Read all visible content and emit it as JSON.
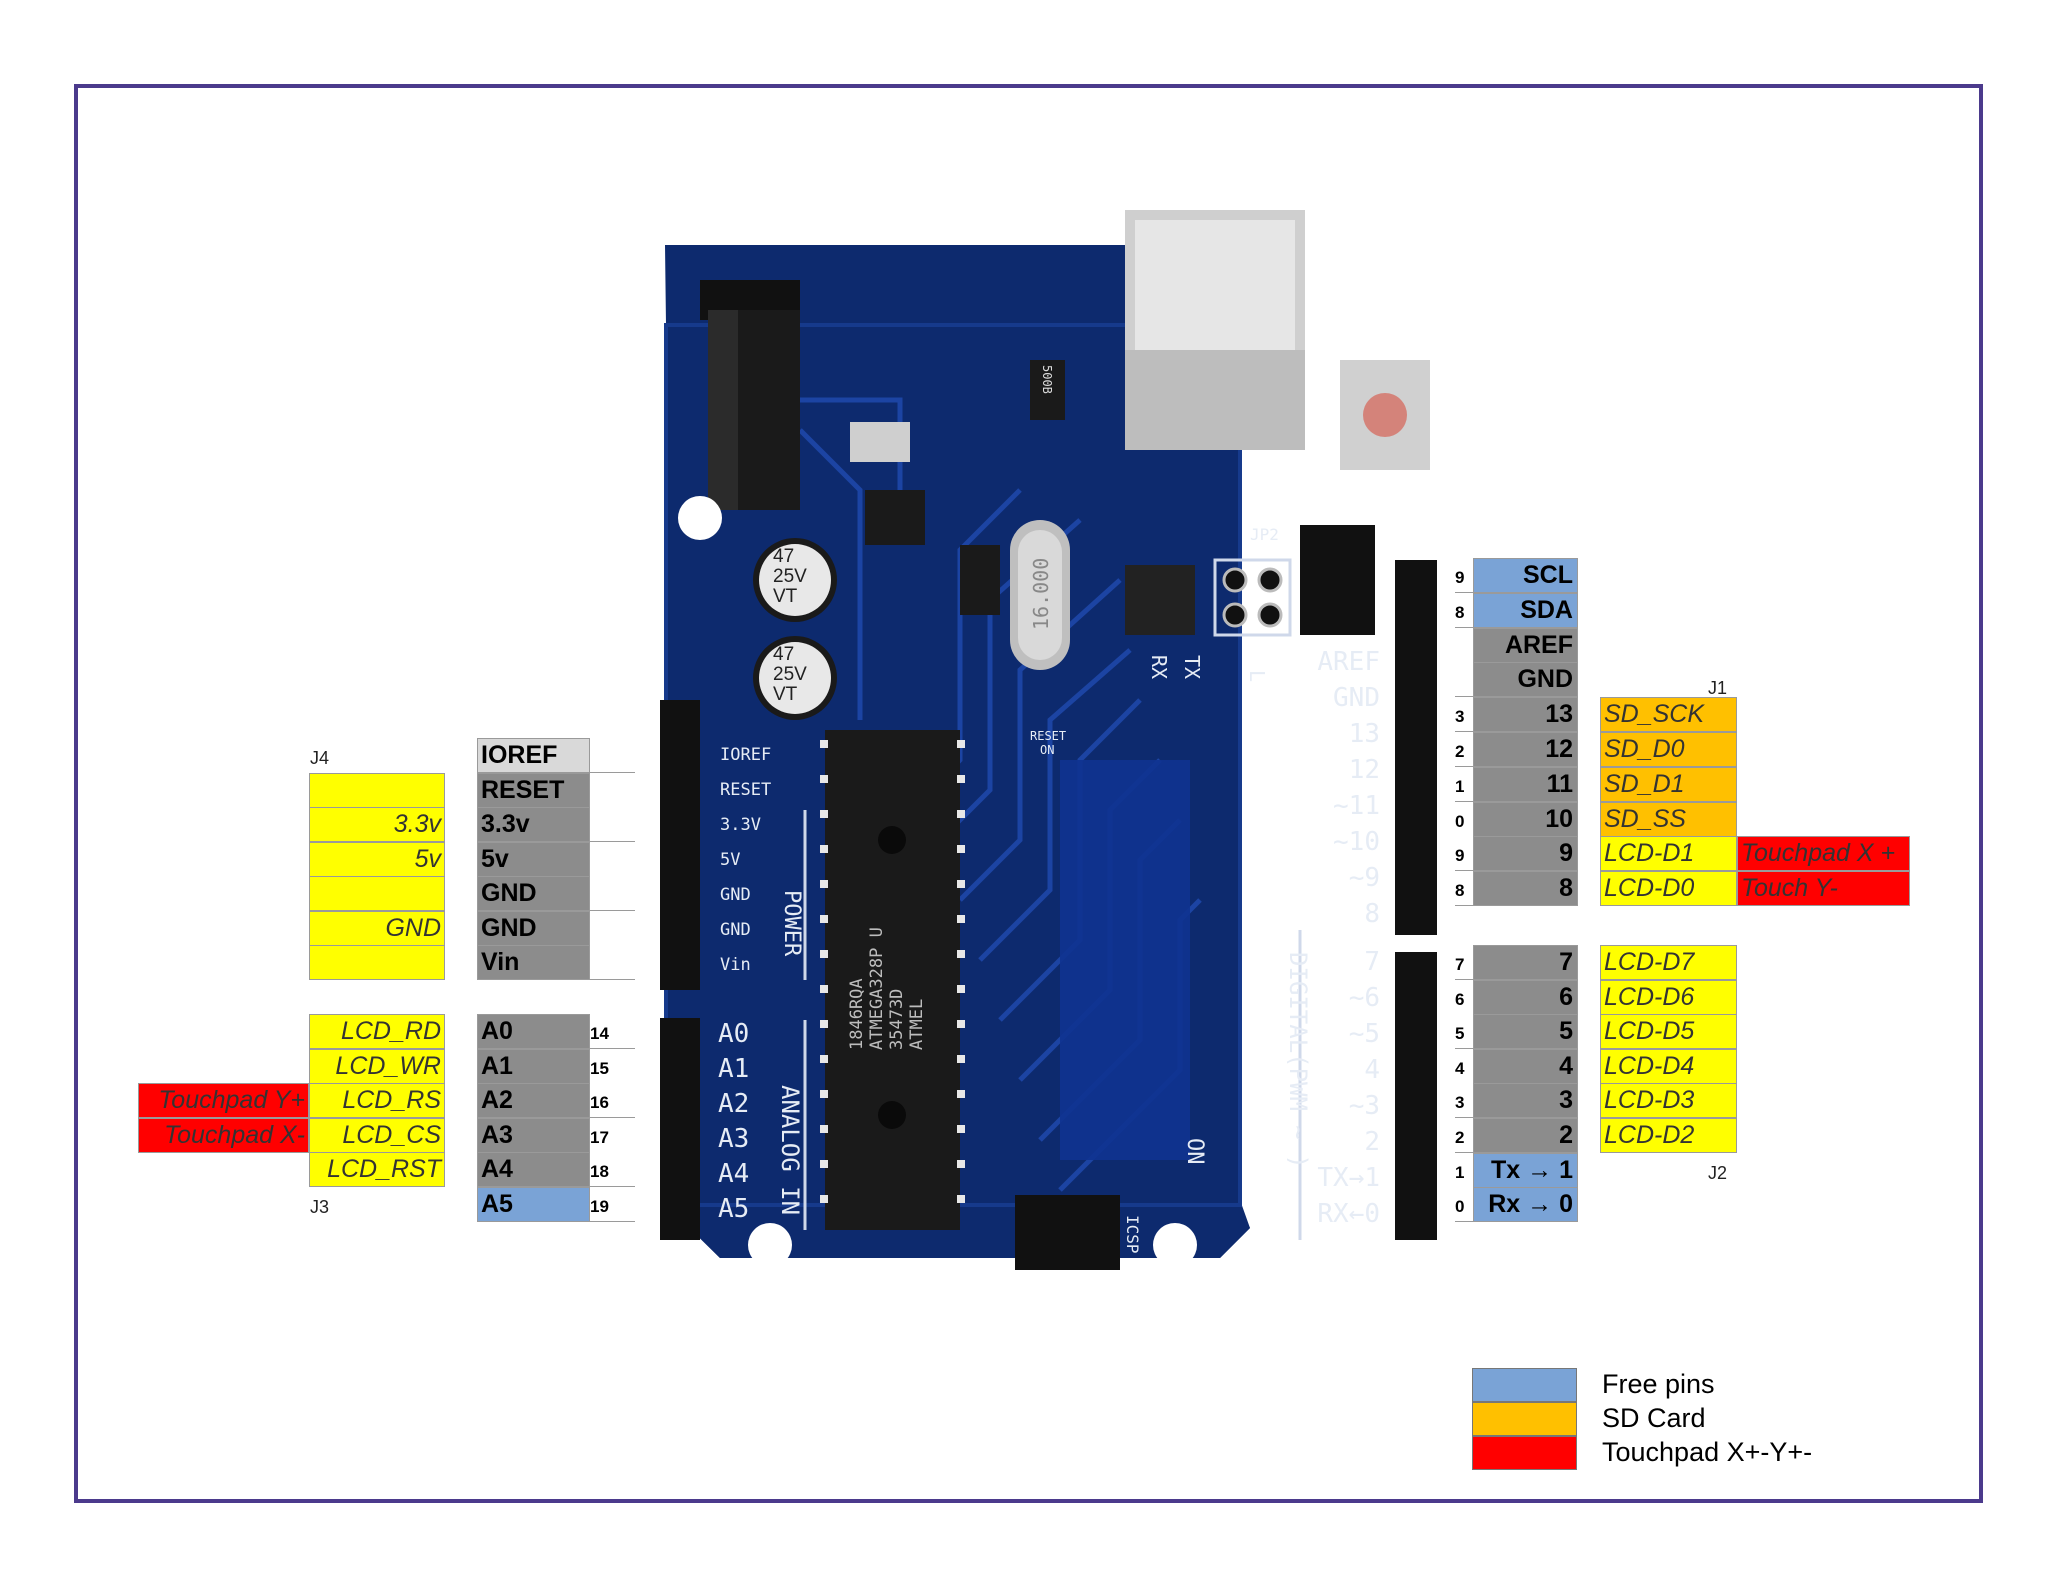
{
  "board_labels": {
    "digital_pins": [
      "AREF",
      "GND",
      "13",
      "12",
      "~11",
      "~10",
      "~9",
      "8",
      "7",
      "~6",
      "~5",
      "4",
      "~3",
      "2",
      "TX→1",
      "RX←0"
    ],
    "power_pins": [
      "IOREF",
      "RESET",
      "3.3V",
      "5V",
      "GND",
      "GND",
      "Vin"
    ],
    "analog_pins": [
      "A0",
      "A1",
      "A2",
      "A3",
      "A4",
      "A5"
    ],
    "power_title": "POWER",
    "analog_title": "ANALOG IN",
    "digital_title": "DIGITAL(PWM ~ )",
    "cap_text": [
      "47",
      "25V",
      "VT"
    ],
    "chip_text": [
      "ATMEL",
      "35473D",
      "ATMEGA328P U",
      "1846RQA"
    ],
    "crystal_text": "16.000",
    "jp2": "JP2",
    "tx": "TX",
    "rx": "RX",
    "l": "L",
    "on": "ON",
    "icsp": "ICSP",
    "reset_on": [
      "RESET",
      "ON"
    ],
    "fuse": "500B"
  },
  "left": {
    "j4_label": "J4",
    "j3_label": "J3",
    "power": [
      {
        "pin": "IOREF",
        "tag": "",
        "num": ""
      },
      {
        "pin": "RESET",
        "tag": "",
        "num": ""
      },
      {
        "pin": "3.3v",
        "tag": "3.3v",
        "num": ""
      },
      {
        "pin": "5v",
        "tag": "5v",
        "num": ""
      },
      {
        "pin": "GND",
        "tag": "",
        "num": ""
      },
      {
        "pin": "GND",
        "tag": "GND",
        "num": ""
      },
      {
        "pin": "Vin",
        "tag": "",
        "num": ""
      }
    ],
    "analog": [
      {
        "pin": "A0",
        "tag": "LCD_RD",
        "extra": "",
        "num": "14"
      },
      {
        "pin": "A1",
        "tag": "LCD_WR",
        "extra": "",
        "num": "15"
      },
      {
        "pin": "A2",
        "tag": "LCD_RS",
        "extra": "Touchpad Y+",
        "num": "16"
      },
      {
        "pin": "A3",
        "tag": "LCD_CS",
        "extra": "Touchpad X-",
        "num": "17"
      },
      {
        "pin": "A4",
        "tag": "LCD_RST",
        "extra": "",
        "num": "18"
      },
      {
        "pin": "A5",
        "tag": "",
        "extra": "",
        "num": "19"
      }
    ]
  },
  "right": {
    "j1_label": "J1",
    "j2_label": "J2",
    "upper": [
      {
        "num": "9",
        "pin": "SCL",
        "tag": "",
        "extra": ""
      },
      {
        "num": "8",
        "pin": "SDA",
        "tag": "",
        "extra": ""
      },
      {
        "num": "",
        "pin": "AREF",
        "tag": "",
        "extra": ""
      },
      {
        "num": "",
        "pin": "GND",
        "tag": "",
        "extra": ""
      },
      {
        "num": "3",
        "pin": "13",
        "tag": "SD_SCK",
        "extra": ""
      },
      {
        "num": "2",
        "pin": "12",
        "tag": "SD_D0",
        "extra": ""
      },
      {
        "num": "1",
        "pin": "11",
        "tag": "SD_D1",
        "extra": ""
      },
      {
        "num": "0",
        "pin": "10",
        "tag": "SD_SS",
        "extra": ""
      },
      {
        "num": "9",
        "pin": "9",
        "tag": "LCD-D1",
        "extra": "Touchpad X +"
      },
      {
        "num": "8",
        "pin": "8",
        "tag": "LCD-D0",
        "extra": "Touch Y-"
      }
    ],
    "lower": [
      {
        "num": "7",
        "pin": "7",
        "tag": "LCD-D7"
      },
      {
        "num": "6",
        "pin": "6",
        "tag": "LCD-D6"
      },
      {
        "num": "5",
        "pin": "5",
        "tag": "LCD-D5"
      },
      {
        "num": "4",
        "pin": "4",
        "tag": "LCD-D4"
      },
      {
        "num": "3",
        "pin": "3",
        "tag": "LCD-D3"
      },
      {
        "num": "2",
        "pin": "2",
        "tag": "LCD-D2"
      },
      {
        "num": "1",
        "pin": "Tx → 1",
        "tag": ""
      },
      {
        "num": "0",
        "pin": "Rx → 0",
        "tag": ""
      }
    ]
  },
  "legend": [
    {
      "label": "Free pins",
      "color": "#7aa3d6"
    },
    {
      "label": "SD Card",
      "color": "#ffc000"
    },
    {
      "label": "Touchpad X+-Y+-",
      "color": "#ff0000"
    }
  ]
}
